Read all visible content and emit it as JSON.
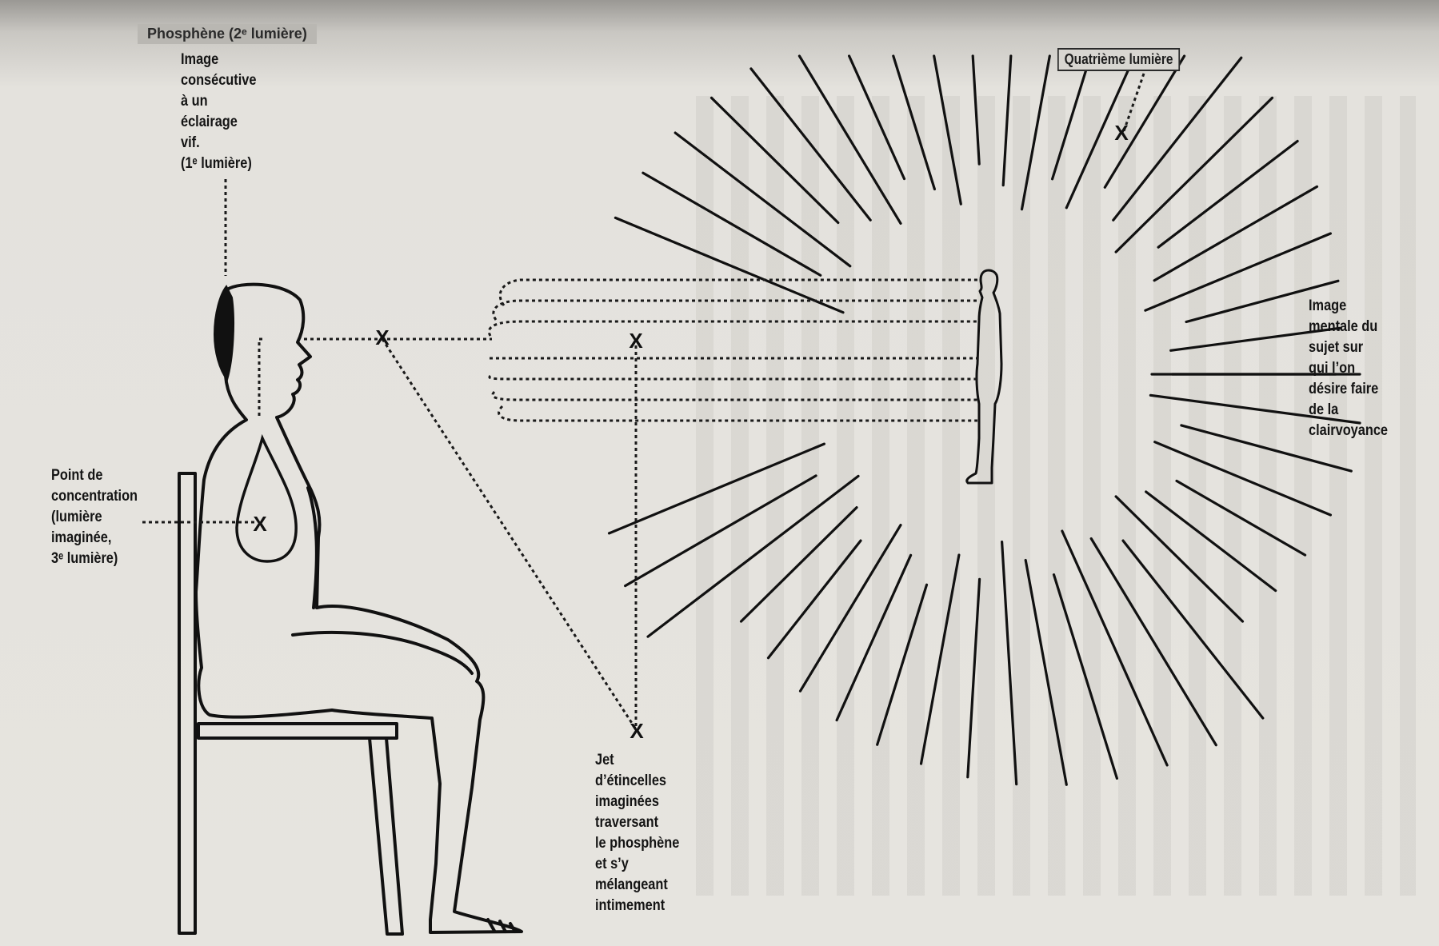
{
  "labels": {
    "phosphene_2": "Phosphène (2ᵉ lumière)",
    "image_consecutive": "Image\nconsécutive\nà un\néclairage\nvif.\n(1ᵉ lumière)",
    "quatrieme": "Quatrième lumière",
    "point_concentration": "Point de\nconcentration\n(lumière\nimaginée,\n3ᵉ lumière)",
    "image_mentale": "Image\nmentale du\nsujet sur\nqui l’on\ndésire faire\nde la\nclairvoyance",
    "jet_etincelles": "Jet\nd’étincelles\nimaginées\ntraversant\nle phosphène\net s’y\nmélangeant\nintimement"
  },
  "mark_glyph": "X",
  "colors": {
    "ink": "#111111",
    "paper": "#e6e4df"
  }
}
